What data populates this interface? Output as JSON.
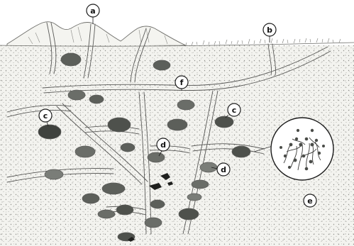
{
  "diagram": {
    "labels": {
      "a": "a",
      "b": "b",
      "c": "c",
      "d": "d",
      "e": "e",
      "f": "f"
    },
    "colors": {
      "soil": "#f2f2ee",
      "dots": "#9a9a96",
      "tunnel_line": "#5a5a58",
      "chamber_fill": "#5c5f5a",
      "chamber_dark": "#2f312e",
      "ink": "#1a1a1a"
    }
  }
}
